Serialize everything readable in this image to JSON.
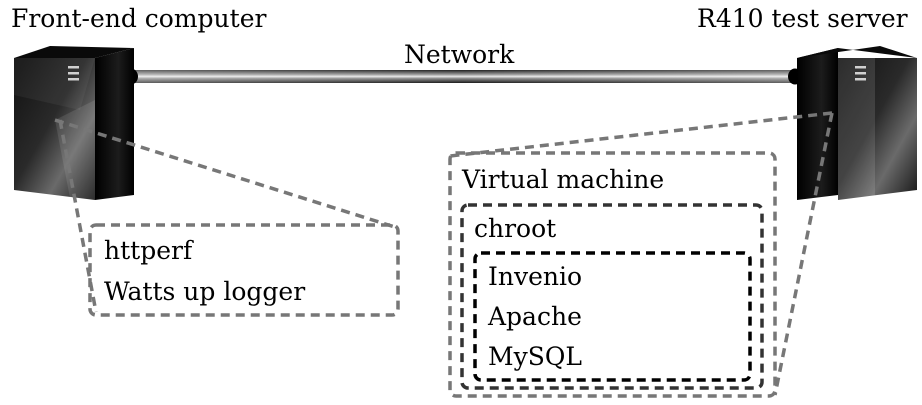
{
  "front_end": {
    "title": "Front-end computer",
    "software": [
      "httperf",
      "Watts up logger"
    ]
  },
  "server": {
    "title": "R410 test server"
  },
  "network": {
    "label": "Network"
  },
  "virtual_machine": {
    "label": "Virtual machine"
  },
  "chroot": {
    "label": "chroot"
  },
  "stack": [
    "Invenio",
    "Apache",
    "MySQL"
  ],
  "colors": {
    "dashed_gray": "#777777",
    "dashed_dark": "#333333",
    "dashed_black": "#000000"
  },
  "icons": {
    "computers": "tower-server-icon"
  }
}
